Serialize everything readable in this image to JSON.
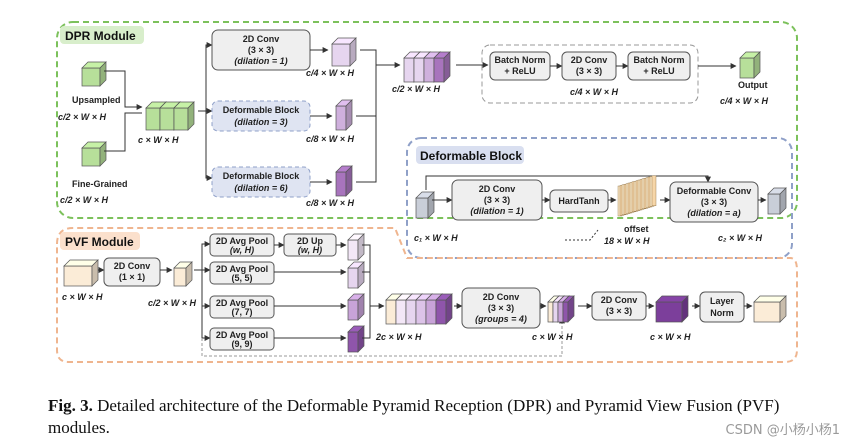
{
  "modules": {
    "dpr_title": "DPR Module",
    "deform_title": "Deformable Block",
    "pvf_title": "PVF Module"
  },
  "dpr": {
    "upsampled": "Upsampled",
    "fine_grained": "Fine-Grained",
    "in_dim_upsampled": "c/2 × W × H",
    "in_dim_fine": "c/2 × W × H",
    "concat_dim": "c × W × H",
    "conv_title": "2D Conv",
    "conv_kernel": "(3 × 3)",
    "conv_dil": "(dilation = 1)",
    "def1_title": "Deformable Block",
    "def1_dil": "(dilation = 3)",
    "def2_title": "Deformable Block",
    "def2_dil": "(dilation = 6)",
    "branch1_dim": "c/4 × W × H",
    "branch2_dim": "c/8 × W × H",
    "branch3_dim": "c/8 × W × H",
    "cat2_dim": "c/2 × W × H",
    "bn1": [
      "Batch Norm",
      "+ ReLU"
    ],
    "conv2": [
      "2D Conv",
      "(3 × 3)"
    ],
    "bn2": [
      "Batch Norm",
      "+ ReLU"
    ],
    "inner_dim": "c/4 × W × H",
    "output_label": "Output",
    "output_dim": "c/4 × W × H"
  },
  "deform": {
    "in_dim": "c₁ × W × H",
    "conv_title": "2D Conv",
    "conv_kernel": "(3 × 3)",
    "conv_dil": "(dilation = 1)",
    "hardtanh": "HardTanh",
    "offset": "offset",
    "offset_dim": "18 × W × H",
    "dconv_title": "Deformable Conv",
    "dconv_kernel": "(3 × 3)",
    "dconv_dil": "(dilation = a)",
    "out_dim": "c₂ × W × H"
  },
  "pvf": {
    "in_dim": "c × W × H",
    "conv_title": "2D Conv",
    "conv_kernel": "(1 × 1)",
    "half_dim": "c/2 × W × H",
    "pool1": [
      "2D Avg Pool",
      "(w, H)"
    ],
    "up": [
      "2D Up",
      "(w, H)"
    ],
    "pool2": [
      "2D Avg Pool",
      "(5, 5)"
    ],
    "pool3": [
      "2D Avg Pool",
      "(7, 7)"
    ],
    "pool4": [
      "2D Avg Pool",
      "(9, 9)"
    ],
    "cat_dim": "2c × W × H",
    "gconv": [
      "2D Conv",
      "(3 × 3)",
      "(groups = 4)"
    ],
    "mid_dim": "c × W × H",
    "conv3": [
      "2D Conv",
      "(3 × 3)"
    ],
    "out3_dim": "c × W × H",
    "norm": [
      "Layer",
      "Norm"
    ]
  },
  "caption": {
    "label": "Fig. 3.",
    "text": "Detailed architecture of the Deformable Pyramid Reception (DPR) and Pyramid View Fusion (PVF) modules."
  },
  "watermark": "CSDN @小杨小杨1",
  "colors": {
    "green_border": "#7cc15b",
    "blue_border": "#8fa0c8",
    "orange_border": "#efb58f",
    "cube_green": "#b7df9a",
    "cube_purple_light": "#e6d5ef",
    "cube_purple": "#b98cc9",
    "cube_purple_dark": "#7c3f9b",
    "cube_cream": "#fbecd7",
    "cube_gray": "#c9ced8",
    "block_fill": "#efefef",
    "block_border": "#555555"
  }
}
